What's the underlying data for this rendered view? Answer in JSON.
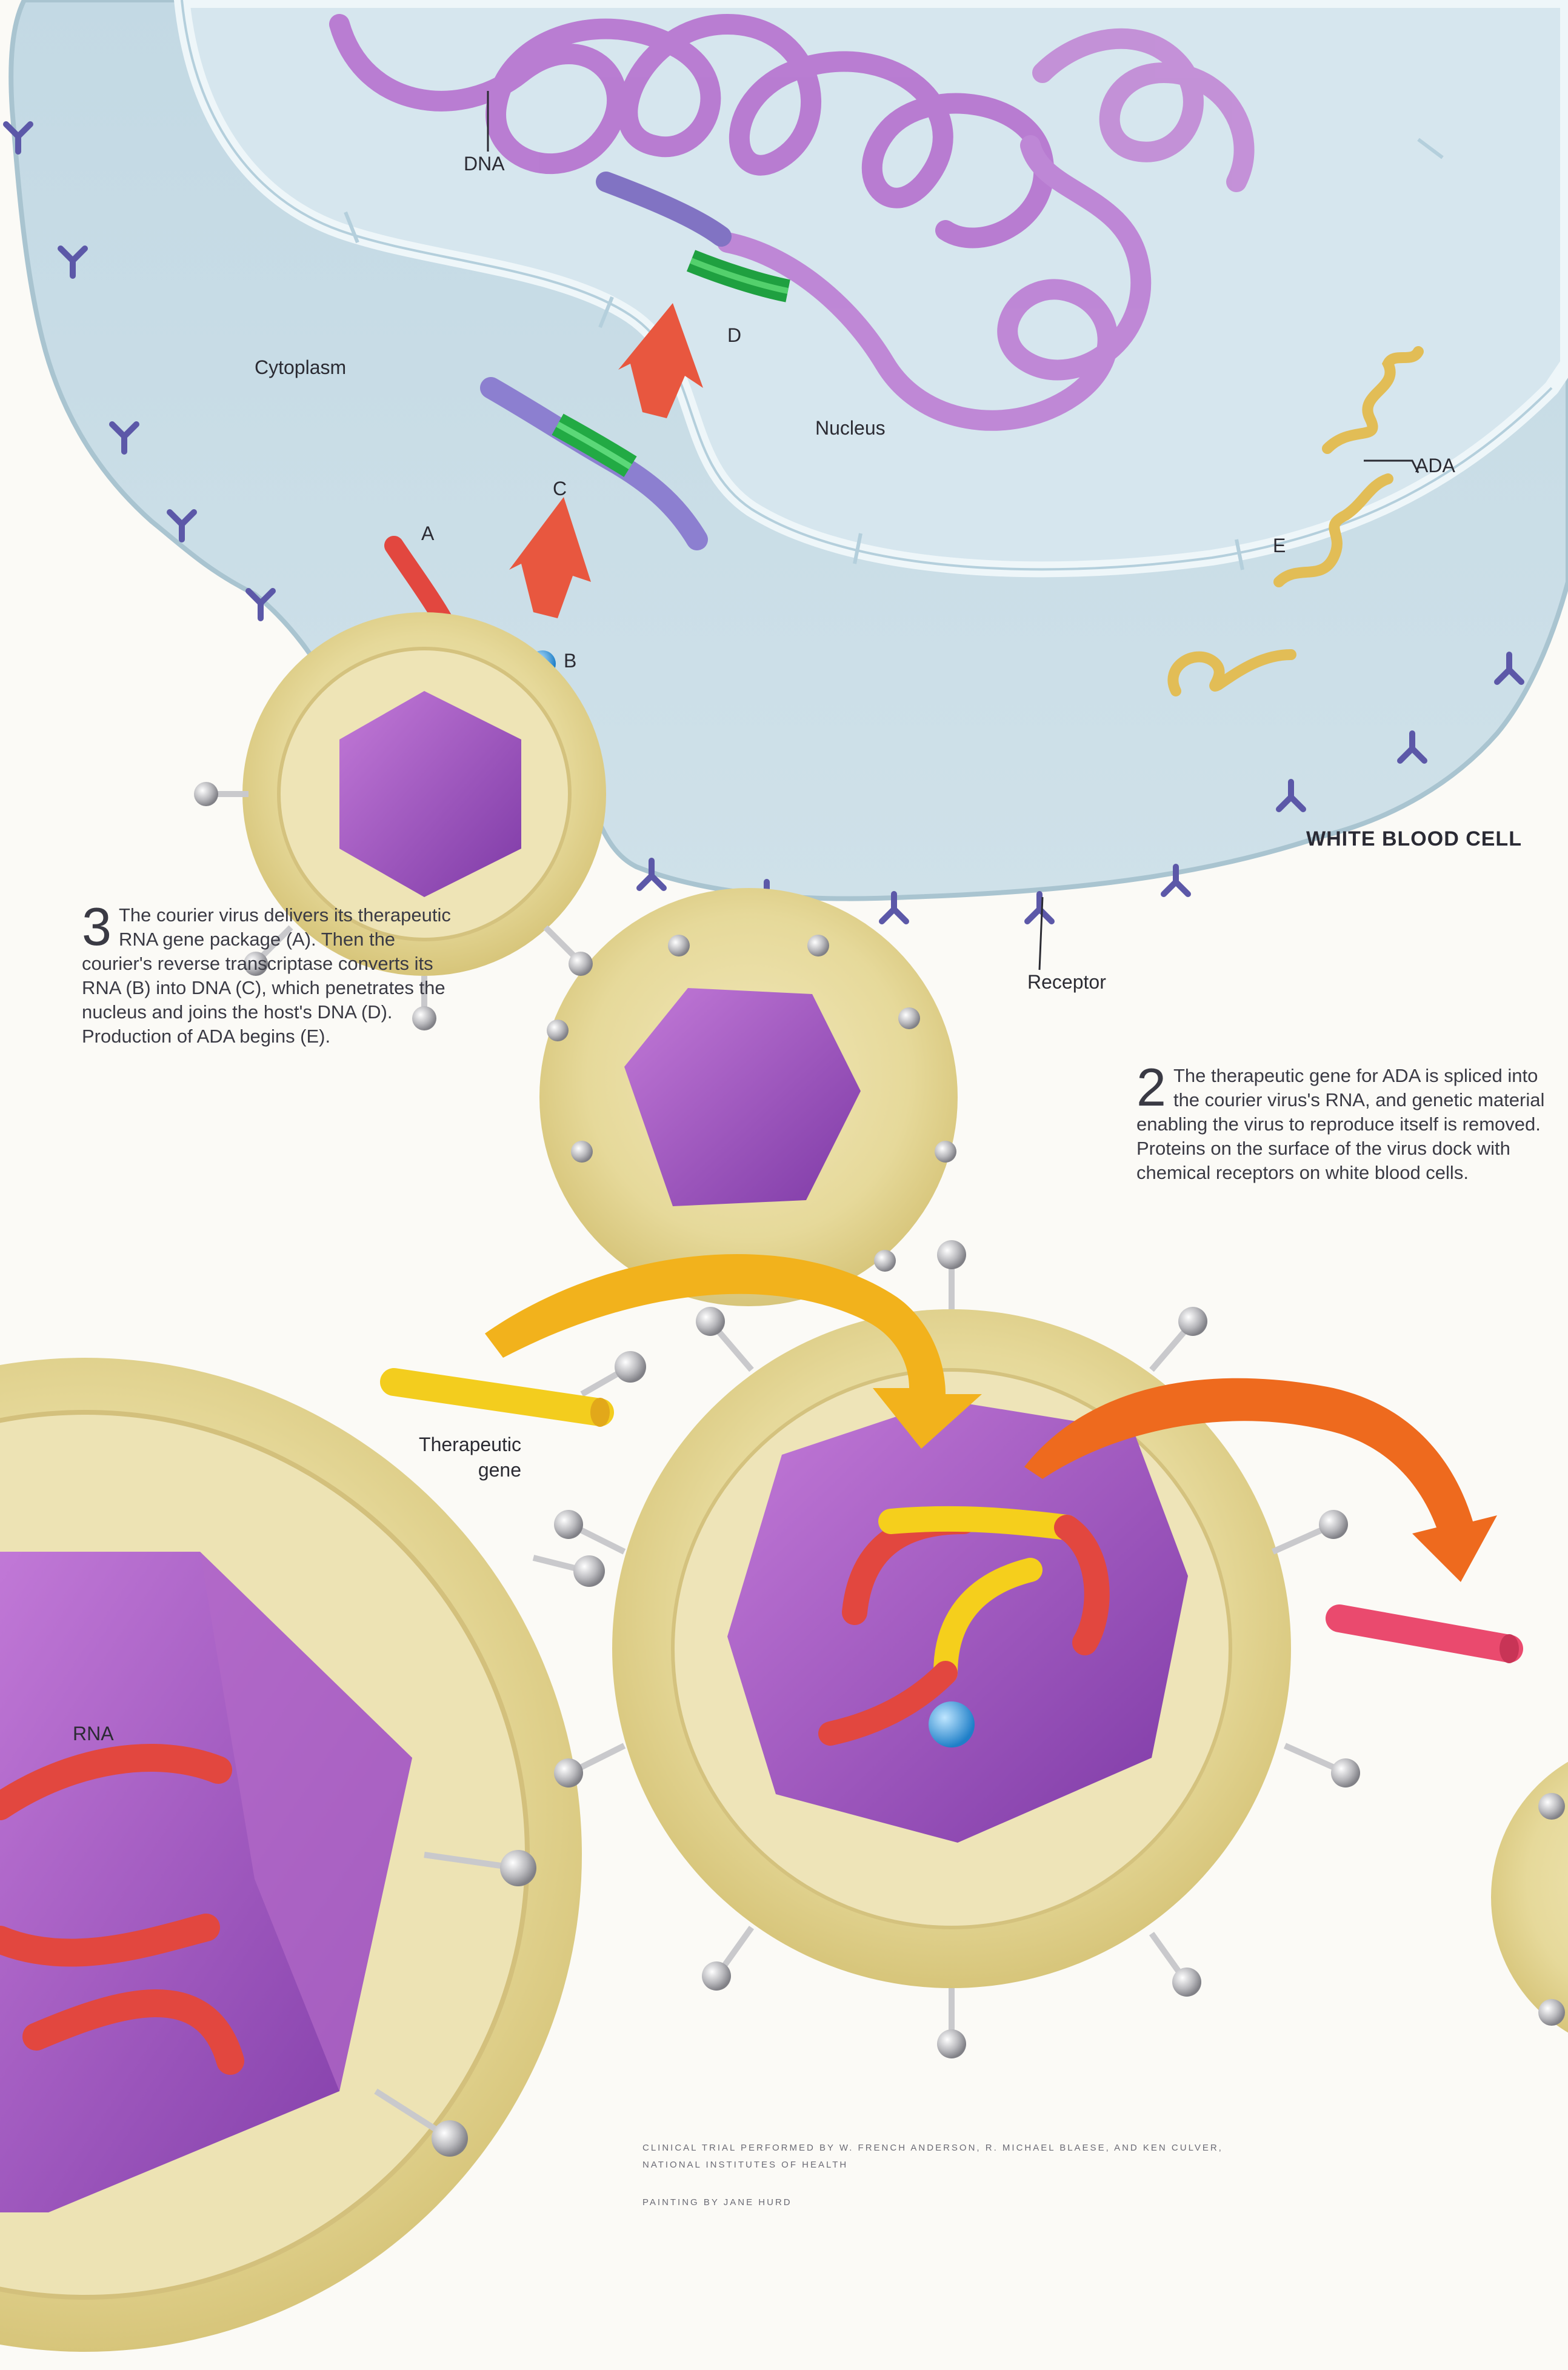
{
  "labels": {
    "dna": "DNA",
    "cytoplasm": "Cytoplasm",
    "nucleus": "Nucleus",
    "ada": "ADA",
    "a": "A",
    "b": "B",
    "c": "C",
    "d": "D",
    "e": "E",
    "white_blood_cell": "WHITE BLOOD CELL",
    "receptor": "Receptor",
    "therapeutic_gene": "Therapeutic gene",
    "rna": "RNA"
  },
  "step3": {
    "number": "3",
    "text": "The courier virus delivers its therapeutic RNA gene package (A). Then the courier's reverse transcriptase converts its RNA (B) into DNA (C), which penetrates the nucleus and joins the host's DNA (D). Production of ADA begins (E)."
  },
  "step2": {
    "number": "2",
    "text": "The therapeutic gene for ADA is spliced into the courier virus's RNA, and genetic material enabling the virus to reproduce itself is removed. Proteins on the surface of the virus dock with chemical receptors on white blood cells."
  },
  "credits": {
    "trial": "CLINICAL TRIAL PERFORMED BY W. FRENCH ANDERSON, R. MICHAEL BLAESE, AND KEN CULVER, NATIONAL INSTITUTES OF HEALTH",
    "painting": "PAINTING BY JANE HURD"
  },
  "colors": {
    "cell": "#c9dde6",
    "nucleus": "#d8e7ee",
    "dna": "#b97ad0",
    "green_segment": "#28b34a",
    "virus_envelope": "#e8dca0",
    "capsid": "#a04cc0",
    "rna_red": "#e2473f",
    "gene_yellow": "#f5cf1c",
    "arrow_red": "#e95a44",
    "arrow_orange": "#f08a12",
    "enzyme_blue": "#3a9fe0",
    "ada_protein": "#e6be55",
    "receptor": "#5c58a8"
  }
}
